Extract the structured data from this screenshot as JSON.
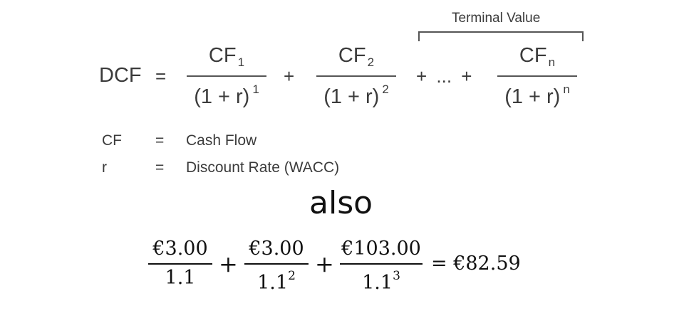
{
  "formula": {
    "lhs": "DCF",
    "equals": "=",
    "terminal_value_label": "Terminal Value",
    "terms": [
      {
        "numerator": "CF",
        "numerator_sub": "1",
        "denominator": "(1 + r)",
        "denominator_sup": "1"
      },
      {
        "numerator": "CF",
        "numerator_sub": "2",
        "denominator": "(1 + r)",
        "denominator_sup": "2"
      },
      {
        "numerator": "CF",
        "numerator_sub": "n",
        "denominator": "(1 + r)",
        "denominator_sup": "n"
      }
    ],
    "plus": "+",
    "ellipsis_plus": "+ ... +"
  },
  "legend": [
    {
      "symbol": "CF",
      "equals": "=",
      "meaning": "Cash Flow"
    },
    {
      "symbol": "r",
      "equals": "=",
      "meaning": "Discount Rate (WACC)"
    }
  ],
  "separator_text": "also",
  "example": {
    "terms": [
      {
        "numerator": "€3.00",
        "denominator": "1.1",
        "denominator_sup": ""
      },
      {
        "numerator": "€3.00",
        "denominator": "1.1",
        "denominator_sup": "2"
      },
      {
        "numerator": "€103.00",
        "denominator": "1.1",
        "denominator_sup": "3"
      }
    ],
    "plus": "+",
    "result": "= €82.59"
  }
}
